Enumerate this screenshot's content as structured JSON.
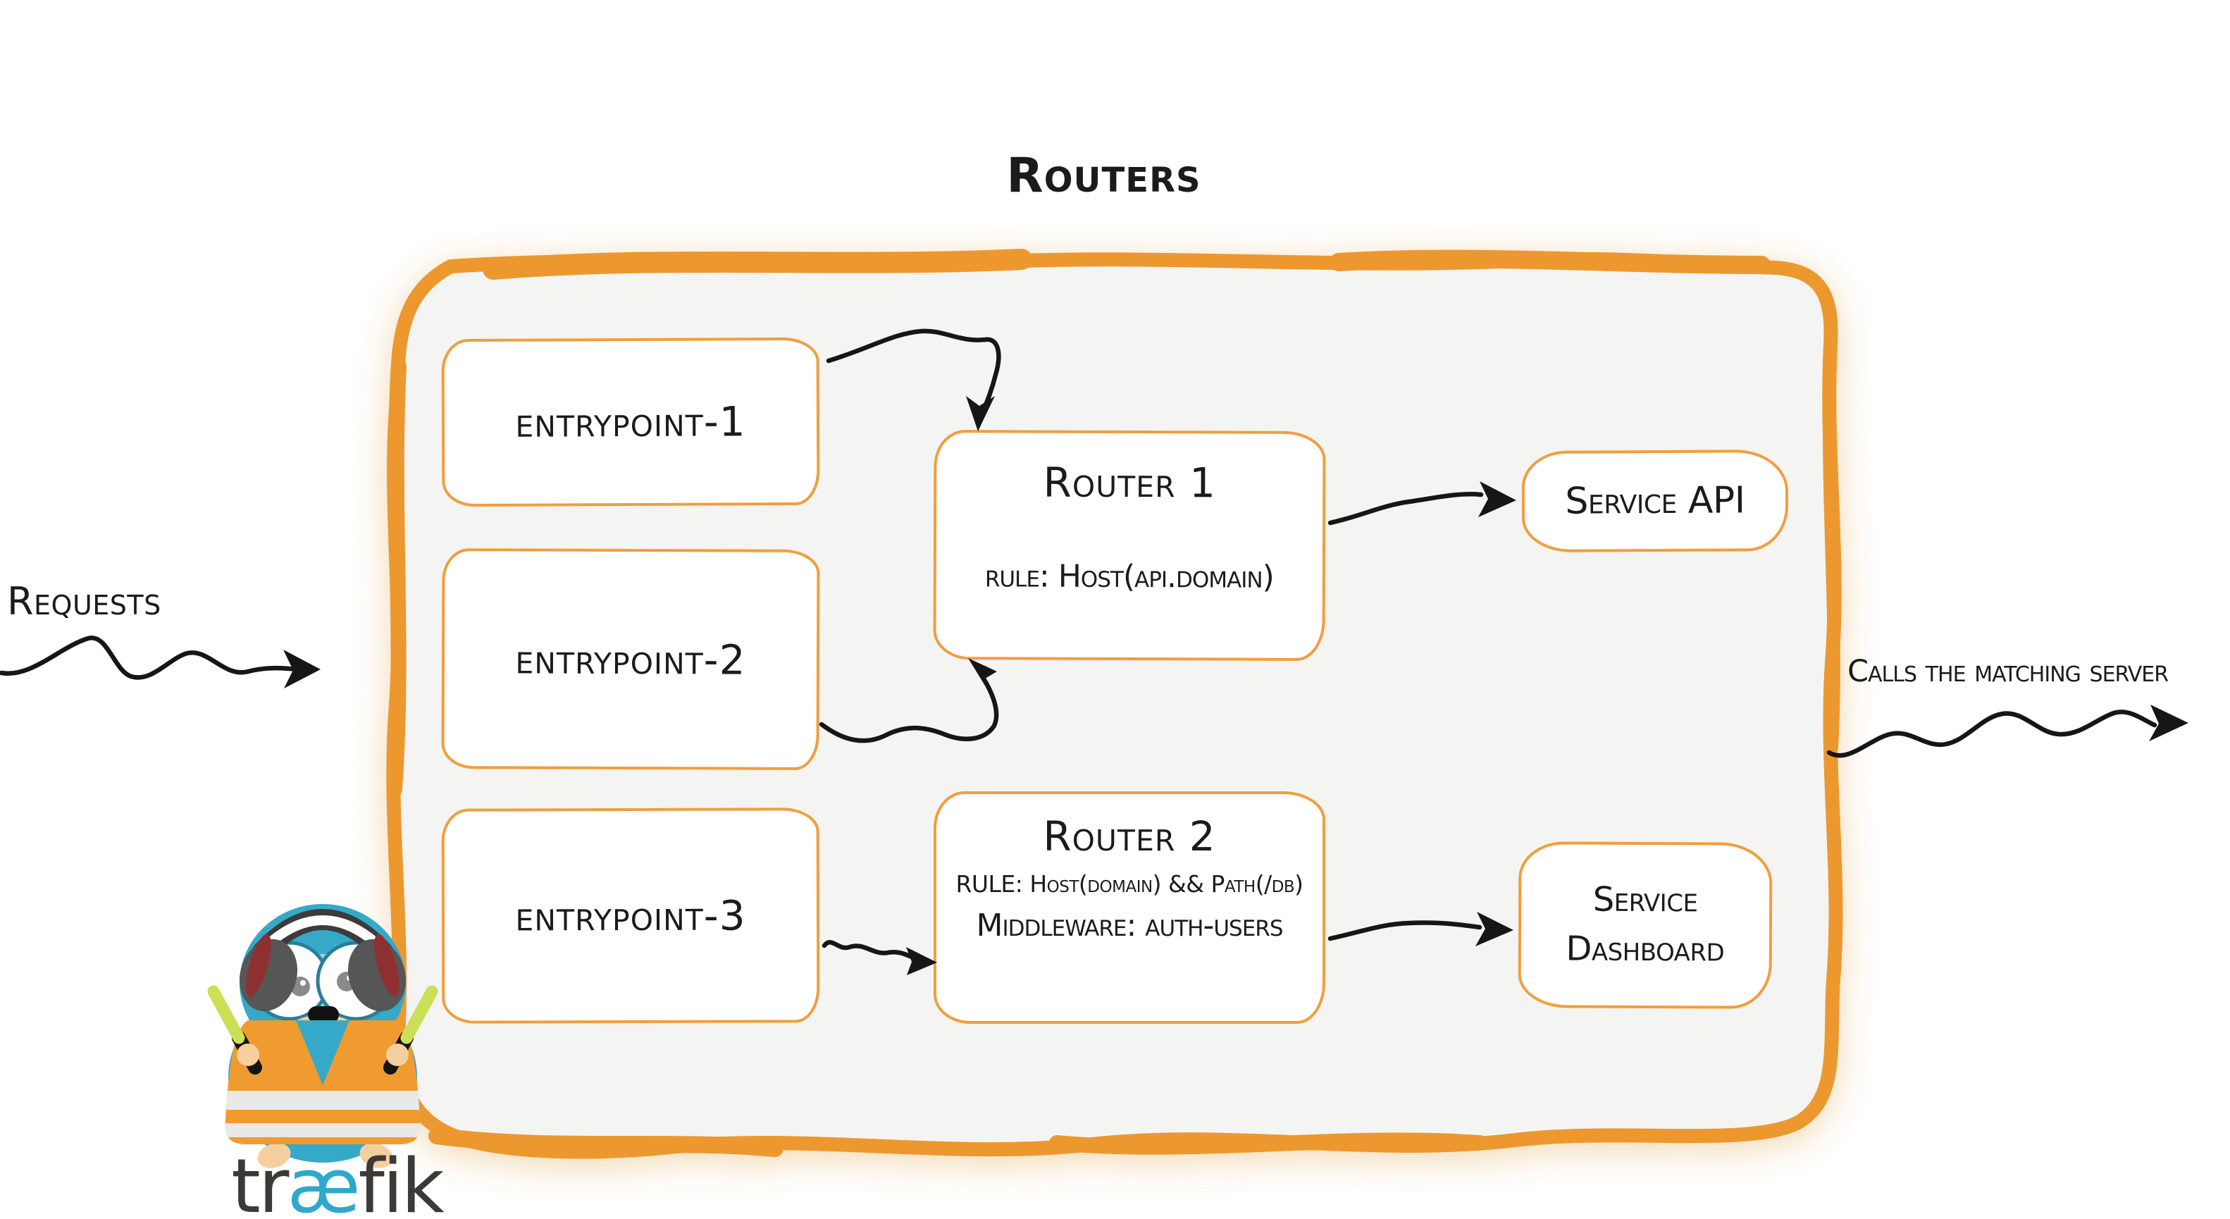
{
  "title": "Routers",
  "colors": {
    "accent_orange": "#EC982F",
    "box_border_orange": "#F09E3E",
    "frame_fill": "#F4F4F3",
    "ink": "#1B1B1B",
    "brand_teal": "#36A9C9",
    "wordmark_dark": "#3C3A38",
    "wordmark_teal": "#2FA8CB",
    "baton_green": "#CCDF56",
    "earmuff_gray": "#555555",
    "earmuff_red": "#8E3030",
    "skin_tan": "#F6CF9F"
  },
  "left_flow": {
    "label": "Requests"
  },
  "right_flow": {
    "label": "Calls the matching server"
  },
  "entrypoints": [
    {
      "label": "entrypoint-1"
    },
    {
      "label": "entrypoint-2"
    },
    {
      "label": "entrypoint-3"
    }
  ],
  "routers": [
    {
      "title": "Router 1",
      "lines": [
        "rule: Host(api.domain)"
      ]
    },
    {
      "title": "Router 2",
      "lines": [
        "RULE: Host(domain) && Path(/db)",
        "Middleware: auth-users"
      ]
    }
  ],
  "services": [
    {
      "label": "Service API"
    },
    {
      "label": "Service",
      "label2": "Dashboard"
    }
  ],
  "logo": {
    "pre": "tr",
    "mid": "æ",
    "post": "fik"
  }
}
